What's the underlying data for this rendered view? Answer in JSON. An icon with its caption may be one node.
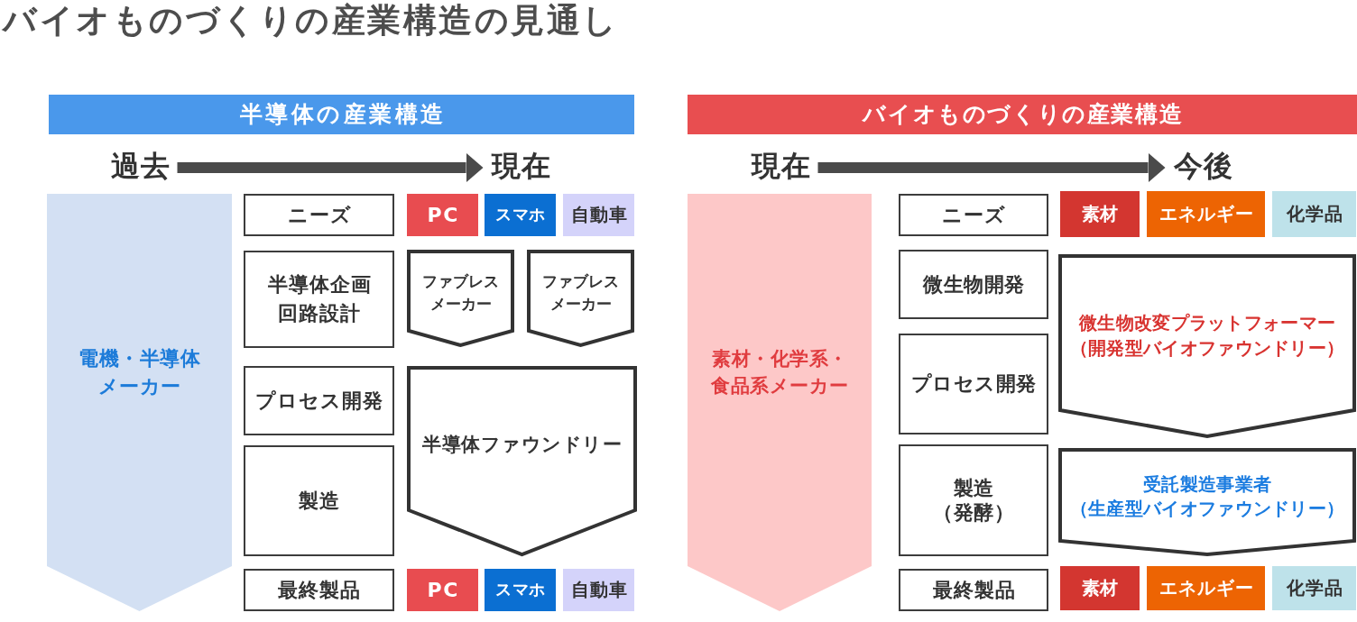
{
  "diagram": {
    "title": "バイオものづくりの産業構造の見通し",
    "nodes": [
      {
        "text": [
          "半導体の産業構造"
        ]
      },
      {
        "text": [
          "過去"
        ]
      },
      {
        "text": [
          "現在"
        ]
      },
      {
        "text": [
          "電機・半導体メーカー"
        ]
      },
      {
        "text": [
          "ニーズ"
        ]
      },
      {
        "text": [
          "PC"
        ]
      },
      {
        "text": [
          "スマホ"
        ]
      },
      {
        "text": [
          "自動車"
        ]
      },
      {
        "text": [
          "半導体企画",
          "回路設計"
        ]
      },
      {
        "text": [
          "ファブレスメーカー"
        ]
      },
      {
        "text": [
          "ファブレスメーカー"
        ]
      },
      {
        "text": [
          "プロセス開発"
        ]
      },
      {
        "text": [
          "半導体ファウンドリー"
        ]
      },
      {
        "text": [
          "製造"
        ]
      },
      {
        "text": [
          "最終製品"
        ]
      },
      {
        "text": [
          "PC"
        ]
      },
      {
        "text": [
          "スマホ"
        ]
      },
      {
        "text": [
          "自動車"
        ]
      },
      {
        "text": [
          "バイオものづくりの産業構造"
        ]
      },
      {
        "text": [
          "現在"
        ]
      },
      {
        "text": [
          "今後"
        ]
      },
      {
        "text": [
          "素材・化学系・食品系メーカー"
        ]
      },
      {
        "text": [
          "ニーズ"
        ]
      },
      {
        "text": [
          "素材"
        ]
      },
      {
        "text": [
          "エネルギー"
        ]
      },
      {
        "text": [
          "化学品"
        ]
      },
      {
        "text": [
          "微生物開発"
        ]
      },
      {
        "text": [
          "微生物改変プラットフォーマー",
          "（開発型バイオファウンドリー）"
        ]
      },
      {
        "text": [
          "プロセス開発"
        ]
      },
      {
        "text": [
          "製造",
          "（発酵）"
        ]
      },
      {
        "text": [
          "受託製造事業者",
          "（生産型バイオファウンドリー）"
        ]
      },
      {
        "text": [
          "最終製品"
        ]
      },
      {
        "text": [
          "素材"
        ]
      },
      {
        "text": [
          "エネルギー"
        ]
      },
      {
        "text": [
          "化学品"
        ]
      }
    ],
    "edges": [
      {
        "from": 1,
        "to": 2,
        "arrow": "to"
      },
      {
        "from": 19,
        "to": 20,
        "arrow": "to"
      }
    ]
  }
}
